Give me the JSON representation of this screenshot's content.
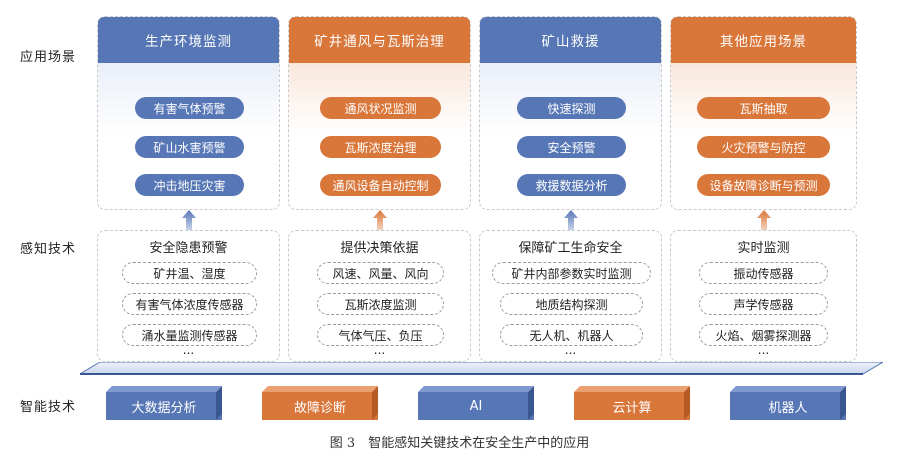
{
  "row_labels": {
    "application": "应用场景",
    "sensing": "感知技术",
    "intelligent": "智能技术"
  },
  "scenarios": [
    {
      "title": "生产环境监测",
      "color": "blue",
      "items": [
        "有害气体预警",
        "矿山水害预警",
        "冲击地压灾害"
      ]
    },
    {
      "title": "矿井通风与瓦斯治理",
      "color": "orange",
      "items": [
        "通风状况监测",
        "瓦斯浓度治理",
        "通风设备自动控制"
      ]
    },
    {
      "title": "矿山救援",
      "color": "blue",
      "items": [
        "快速探测",
        "安全预警",
        "救援数据分析"
      ]
    },
    {
      "title": "其他应用场景",
      "color": "orange",
      "items": [
        "瓦斯抽取",
        "火灾预警与防控",
        "设备故障诊断与预测"
      ]
    }
  ],
  "sensing": [
    {
      "title": "安全隐患预警",
      "color": "blue",
      "items": [
        "矿井温、湿度",
        "有害气体浓度传感器",
        "涌水量监测传感器"
      ],
      "more": "..."
    },
    {
      "title": "提供决策依据",
      "color": "orange",
      "items": [
        "风速、风量、风向",
        "瓦斯浓度监测",
        "气体气压、负压"
      ],
      "more": "..."
    },
    {
      "title": "保障矿工生命安全",
      "color": "blue",
      "items": [
        "矿井内部参数实时监测",
        "地质结构探测",
        "无人机、机器人"
      ],
      "more": "..."
    },
    {
      "title": "实时监测",
      "color": "orange",
      "items": [
        "振动传感器",
        "声学传感器",
        "火焰、烟雾探测器"
      ],
      "more": "..."
    }
  ],
  "intelligent": [
    {
      "label": "大数据分析",
      "color": "blue"
    },
    {
      "label": "故障诊断",
      "color": "orange"
    },
    {
      "label": "AI",
      "color": "blue"
    },
    {
      "label": "云计算",
      "color": "orange"
    },
    {
      "label": "机器人",
      "color": "blue"
    }
  ],
  "caption": "图 3　智能感知关键技术在安全生产中的应用",
  "colors": {
    "blue": "#5676b5",
    "orange": "#d9763a"
  }
}
